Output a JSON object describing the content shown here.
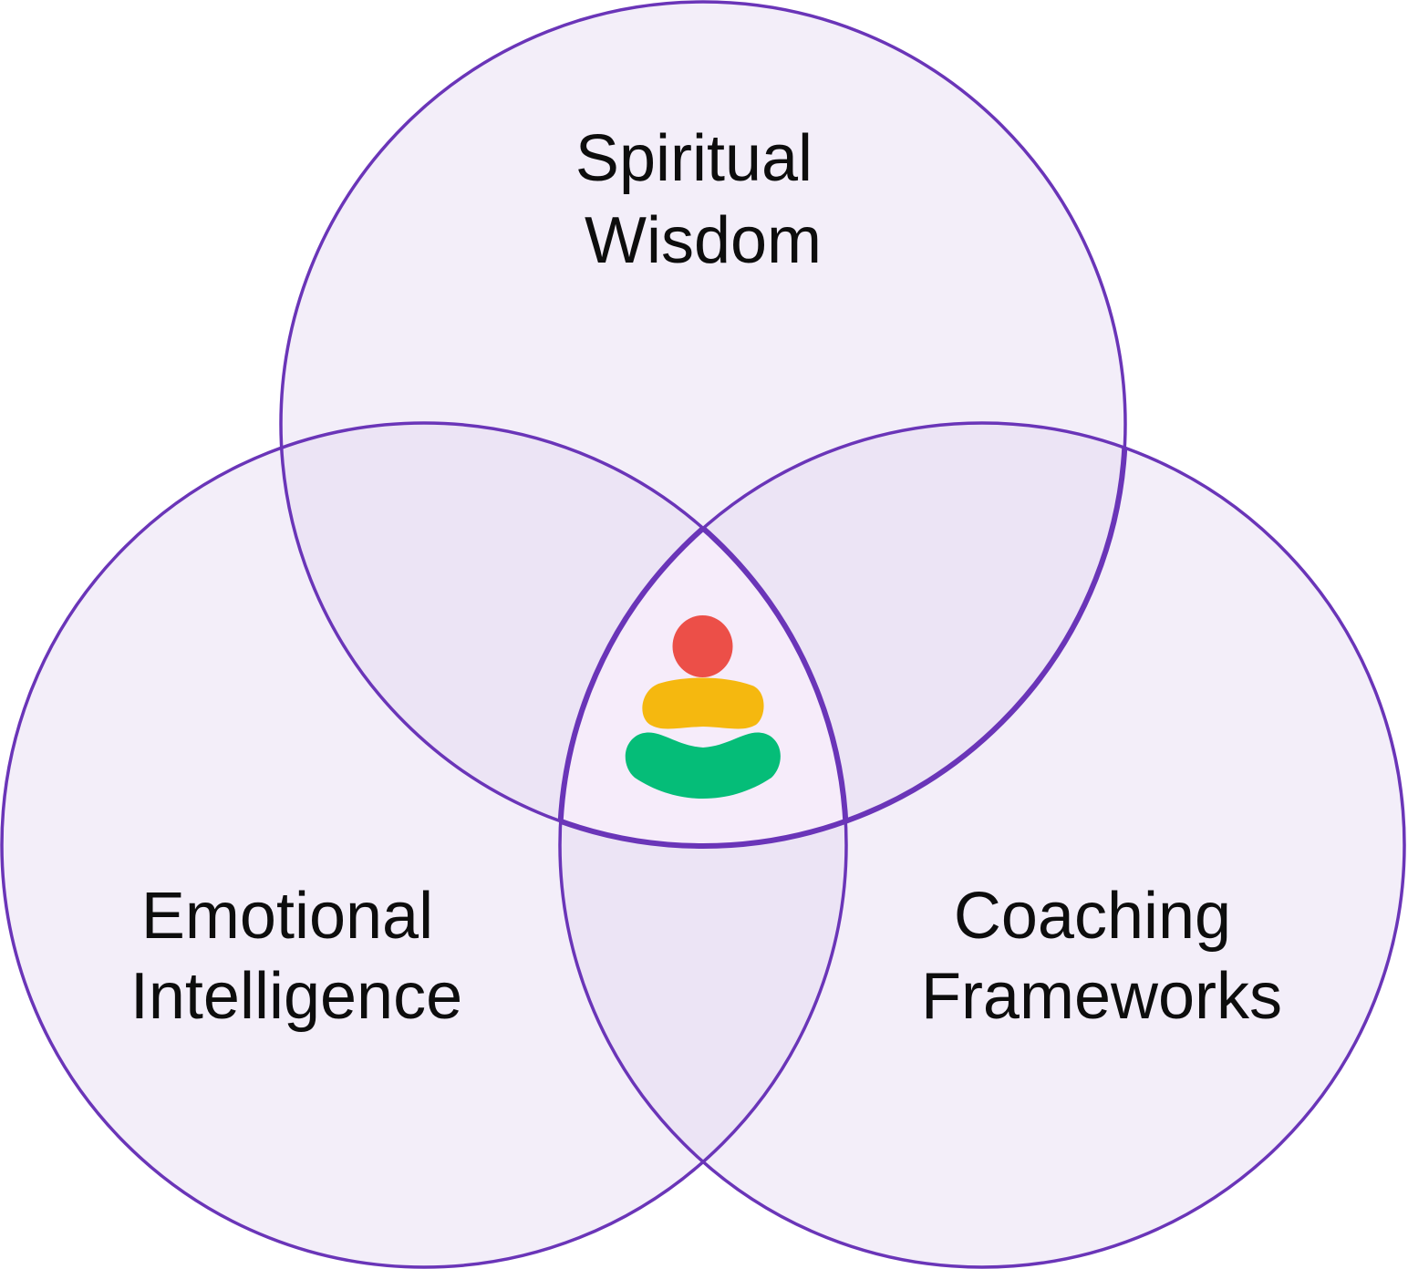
{
  "diagram": {
    "type": "venn",
    "sets": [
      {
        "id": "top",
        "label_line1": "Spiritual",
        "label_line2": "Wisdom"
      },
      {
        "id": "left",
        "label_line1": "Emotional",
        "label_line2": "Intelligence"
      },
      {
        "id": "right",
        "label_line1": "Coaching",
        "label_line2": "Frameworks"
      }
    ],
    "center_icon": "stacked-stones-logo-icon"
  },
  "colors": {
    "outline": "#6a35b8",
    "circle_fill": "#f3eef9",
    "pair_overlap_fill": "#ece4f5",
    "center_fill": "#f6ecfa",
    "label_text": "#0d0d0d",
    "logo_red": "#ec4f48",
    "logo_yellow": "#f5b80f",
    "logo_green": "#05bd78"
  }
}
